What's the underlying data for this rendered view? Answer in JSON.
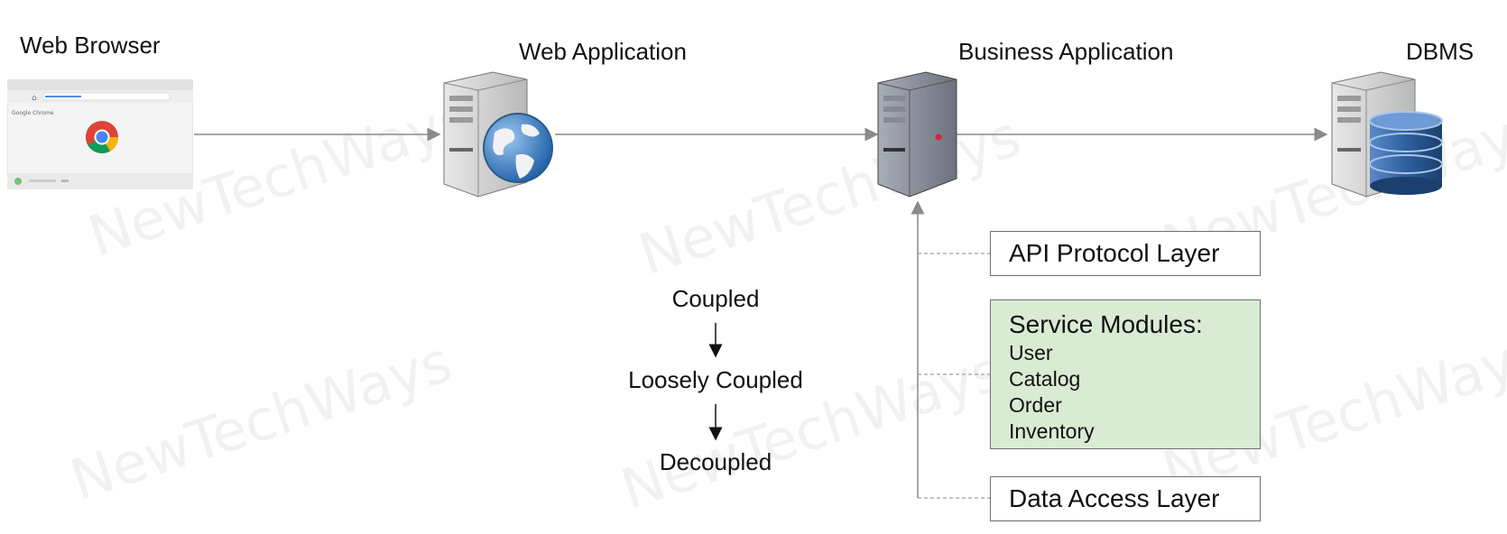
{
  "nodes": {
    "browser": {
      "label": "Web Browser"
    },
    "webapp": {
      "label": "Web Application"
    },
    "business": {
      "label": "Business Application"
    },
    "dbms": {
      "label": "DBMS"
    }
  },
  "layers": {
    "api": "API Protocol Layer",
    "service_title": "Service Modules:",
    "service_items": [
      "User",
      "Catalog",
      "Order",
      "Inventory"
    ],
    "data_access": "Data Access Layer"
  },
  "coupling_flow": [
    "Coupled",
    "Loosely Coupled",
    "Decoupled"
  ],
  "watermark": "NewTechWays",
  "colors": {
    "service_box": "#d9ebd3",
    "arrow": "#8a8a8a"
  }
}
